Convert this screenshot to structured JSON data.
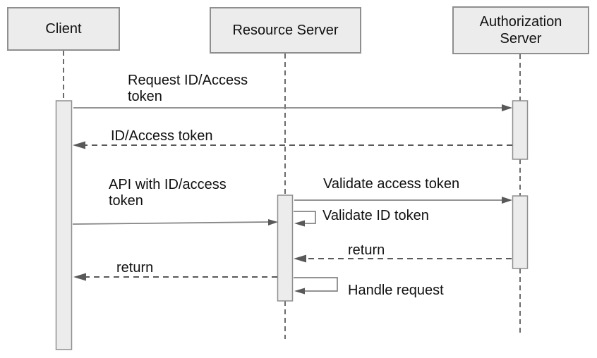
{
  "diagram": {
    "type": "uml-sequence-diagram",
    "participants": [
      {
        "id": "client",
        "label": "Client"
      },
      {
        "id": "resource-server",
        "label": "Resource Server"
      },
      {
        "id": "authorization-server",
        "label": "Authorization Server"
      }
    ],
    "messages": [
      {
        "from": "client",
        "to": "authorization-server",
        "style": "solid",
        "label": "Request ID/Access token"
      },
      {
        "from": "authorization-server",
        "to": "client",
        "style": "dashed-return",
        "label": "ID/Access token"
      },
      {
        "from": "client",
        "to": "resource-server",
        "style": "solid",
        "label": "API with ID/access token"
      },
      {
        "from": "resource-server",
        "to": "authorization-server",
        "style": "solid",
        "label": "Validate access token"
      },
      {
        "from": "resource-server",
        "to": "resource-server",
        "style": "self-loop",
        "label": "Validate ID token"
      },
      {
        "from": "authorization-server",
        "to": "resource-server",
        "style": "dashed-return",
        "label": "return"
      },
      {
        "from": "resource-server",
        "to": "client",
        "style": "dashed-return",
        "label": "return"
      },
      {
        "from": "resource-server",
        "to": "resource-server",
        "style": "self-loop",
        "label": "Handle request"
      }
    ],
    "colors": {
      "background": "#ffffff",
      "box_fill": "#ececec",
      "box_border": "#8f8f8f",
      "solid_line": "#848484",
      "dashed_line": "#595959",
      "lifeline": "#6b6b6b",
      "arrowhead": "#595959",
      "text": "#111111"
    }
  }
}
